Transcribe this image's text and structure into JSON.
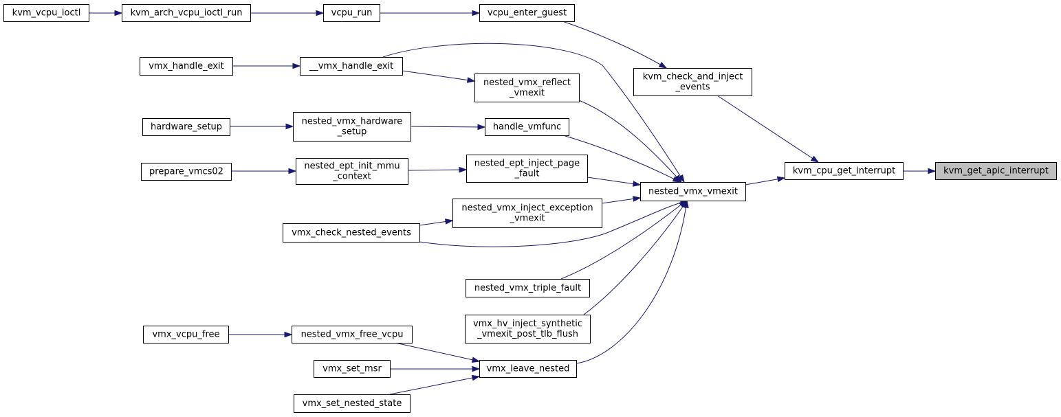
{
  "nodes": [
    {
      "id": "kvm_get_apic_interrupt",
      "lines": [
        "kvm_get_apic_interrupt"
      ],
      "highlight": true
    },
    {
      "id": "kvm_cpu_get_interrupt",
      "lines": [
        "kvm_cpu_get_interrupt"
      ]
    },
    {
      "id": "kvm_check_and_inject_events",
      "lines": [
        "kvm_check_and_inject",
        "_events"
      ]
    },
    {
      "id": "nested_vmx_vmexit",
      "lines": [
        "nested_vmx_vmexit"
      ]
    },
    {
      "id": "vcpu_enter_guest",
      "lines": [
        "vcpu_enter_guest"
      ]
    },
    {
      "id": "vcpu_run",
      "lines": [
        "vcpu_run"
      ]
    },
    {
      "id": "kvm_arch_vcpu_ioctl_run",
      "lines": [
        "kvm_arch_vcpu_ioctl_run"
      ]
    },
    {
      "id": "kvm_vcpu_ioctl",
      "lines": [
        "kvm_vcpu_ioctl"
      ]
    },
    {
      "id": "__vmx_handle_exit",
      "lines": [
        "__vmx_handle_exit"
      ]
    },
    {
      "id": "vmx_handle_exit",
      "lines": [
        "vmx_handle_exit"
      ]
    },
    {
      "id": "nested_vmx_reflect_vmexit",
      "lines": [
        "nested_vmx_reflect",
        "_vmexit"
      ]
    },
    {
      "id": "handle_vmfunc",
      "lines": [
        "handle_vmfunc"
      ]
    },
    {
      "id": "nested_vmx_hardware_setup",
      "lines": [
        "nested_vmx_hardware",
        "_setup"
      ]
    },
    {
      "id": "hardware_setup",
      "lines": [
        "hardware_setup"
      ]
    },
    {
      "id": "nested_ept_inject_page_fault",
      "lines": [
        "nested_ept_inject_page",
        "_fault"
      ]
    },
    {
      "id": "nested_ept_init_mmu_context",
      "lines": [
        "nested_ept_init_mmu",
        "_context"
      ]
    },
    {
      "id": "prepare_vmcs02",
      "lines": [
        "prepare_vmcs02"
      ]
    },
    {
      "id": "nested_vmx_inject_exception_vmexit",
      "lines": [
        "nested_vmx_inject_exception",
        "_vmexit"
      ]
    },
    {
      "id": "vmx_check_nested_events",
      "lines": [
        "vmx_check_nested_events"
      ]
    },
    {
      "id": "nested_vmx_triple_fault",
      "lines": [
        "nested_vmx_triple_fault"
      ]
    },
    {
      "id": "vmx_hv_inject_synthetic_vmexit_post_tlb_flush",
      "lines": [
        "vmx_hv_inject_synthetic",
        "_vmexit_post_tlb_flush"
      ]
    },
    {
      "id": "vmx_leave_nested",
      "lines": [
        "vmx_leave_nested"
      ]
    },
    {
      "id": "nested_vmx_free_vcpu",
      "lines": [
        "nested_vmx_free_vcpu"
      ]
    },
    {
      "id": "vmx_vcpu_free",
      "lines": [
        "vmx_vcpu_free"
      ]
    },
    {
      "id": "vmx_set_msr",
      "lines": [
        "vmx_set_msr"
      ]
    },
    {
      "id": "vmx_set_nested_state",
      "lines": [
        "vmx_set_nested_state"
      ]
    }
  ],
  "edges": [
    {
      "from": "kvm_get_apic_interrupt",
      "to": "kvm_cpu_get_interrupt"
    },
    {
      "from": "kvm_cpu_get_interrupt",
      "to": "kvm_check_and_inject_events"
    },
    {
      "from": "kvm_cpu_get_interrupt",
      "to": "nested_vmx_vmexit"
    },
    {
      "from": "kvm_check_and_inject_events",
      "to": "vcpu_enter_guest"
    },
    {
      "from": "vcpu_enter_guest",
      "to": "vcpu_run"
    },
    {
      "from": "vcpu_run",
      "to": "kvm_arch_vcpu_ioctl_run"
    },
    {
      "from": "kvm_arch_vcpu_ioctl_run",
      "to": "kvm_vcpu_ioctl"
    },
    {
      "from": "nested_vmx_vmexit",
      "to": "__vmx_handle_exit"
    },
    {
      "from": "nested_vmx_vmexit",
      "to": "nested_vmx_reflect_vmexit"
    },
    {
      "from": "nested_vmx_vmexit",
      "to": "handle_vmfunc"
    },
    {
      "from": "nested_vmx_vmexit",
      "to": "nested_ept_inject_page_fault"
    },
    {
      "from": "nested_vmx_vmexit",
      "to": "nested_vmx_inject_exception_vmexit"
    },
    {
      "from": "nested_vmx_vmexit",
      "to": "vmx_check_nested_events"
    },
    {
      "from": "nested_vmx_vmexit",
      "to": "nested_vmx_triple_fault"
    },
    {
      "from": "nested_vmx_vmexit",
      "to": "vmx_hv_inject_synthetic_vmexit_post_tlb_flush"
    },
    {
      "from": "nested_vmx_vmexit",
      "to": "vmx_leave_nested"
    },
    {
      "from": "__vmx_handle_exit",
      "to": "vmx_handle_exit"
    },
    {
      "from": "nested_vmx_reflect_vmexit",
      "to": "__vmx_handle_exit"
    },
    {
      "from": "handle_vmfunc",
      "to": "nested_vmx_hardware_setup"
    },
    {
      "from": "nested_vmx_hardware_setup",
      "to": "hardware_setup"
    },
    {
      "from": "nested_ept_inject_page_fault",
      "to": "nested_ept_init_mmu_context"
    },
    {
      "from": "nested_ept_init_mmu_context",
      "to": "prepare_vmcs02"
    },
    {
      "from": "nested_vmx_inject_exception_vmexit",
      "to": "vmx_check_nested_events"
    },
    {
      "from": "vmx_leave_nested",
      "to": "nested_vmx_free_vcpu"
    },
    {
      "from": "vmx_leave_nested",
      "to": "vmx_set_msr"
    },
    {
      "from": "vmx_leave_nested",
      "to": "vmx_set_nested_state"
    },
    {
      "from": "nested_vmx_free_vcpu",
      "to": "vmx_vcpu_free"
    }
  ],
  "colors": {
    "edge": "#191970",
    "node_border": "#000000",
    "node_fill": "#ffffff",
    "highlight_fill": "#bfbfbf",
    "text": "#000000"
  }
}
